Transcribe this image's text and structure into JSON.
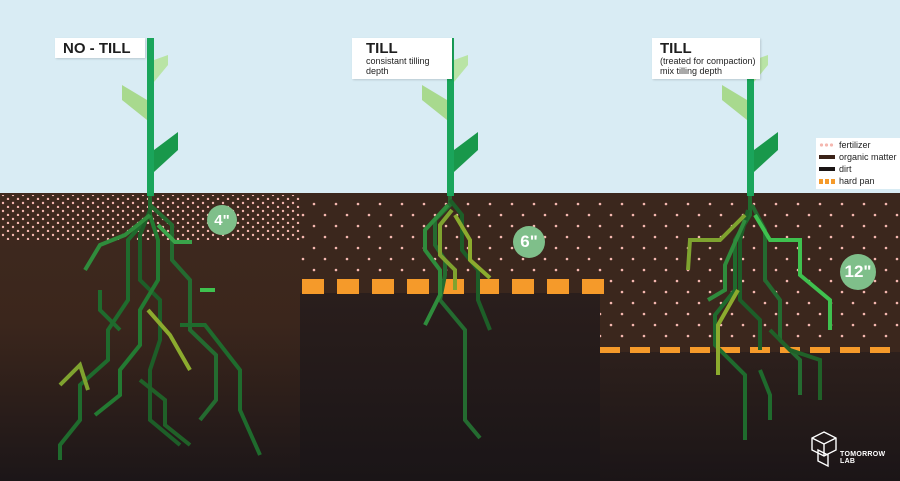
{
  "panels": [
    {
      "title": "NO - TILL",
      "subtitle": "",
      "depth": "4\""
    },
    {
      "title": "TILL",
      "subtitle": "consistant tilling depth",
      "depth": "6\""
    },
    {
      "title": "TILL",
      "subtitle": "(treated for compaction)\nmix tilling depth",
      "depth": "12\""
    }
  ],
  "legend": [
    {
      "label": "fertilizer",
      "icon": "fertilizer-dots",
      "color": "#f5b8b0"
    },
    {
      "label": "organic matter",
      "icon": "organic-matter-bar",
      "color": "#3a2218"
    },
    {
      "label": "dirt",
      "icon": "dirt-bar",
      "color": "#1a1414"
    },
    {
      "label": "hard pan",
      "icon": "hard-pan-dashes",
      "color": "#f59a2a"
    }
  ],
  "brand": "TOMORROW LAB",
  "colors": {
    "sky": "#d9ecf4",
    "soil": "#3d281d",
    "dirt": "#1e1719",
    "stem": "#1aa55b",
    "hard_pan": "#f59a2a",
    "fertilizer": "#f5b8b0"
  }
}
